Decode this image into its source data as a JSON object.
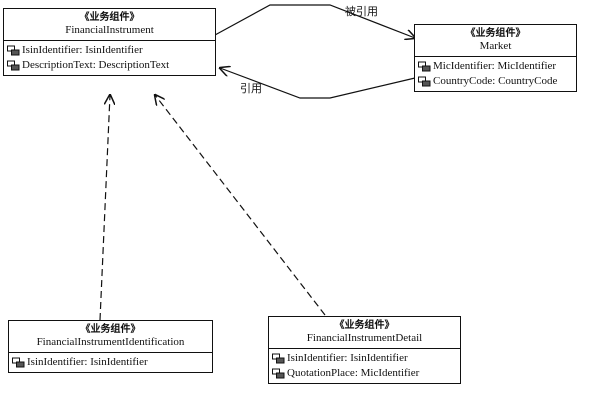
{
  "classes": {
    "financial_instrument": {
      "stereotype": "《业务组件》",
      "name": "FinancialInstrument",
      "attributes": [
        {
          "text": "IsinIdentifier: IsinIdentifier",
          "icon": "attribute-icon"
        },
        {
          "text": "DescriptionText: DescriptionText",
          "icon": "attribute-icon"
        }
      ]
    },
    "market": {
      "stereotype": "《业务组件》",
      "name": "Market",
      "attributes": [
        {
          "text": "MicIdentifier: MicIdentifier",
          "icon": "attribute-icon"
        },
        {
          "text": "CountryCode: CountryCode",
          "icon": "attribute-icon"
        }
      ]
    },
    "fi_identification": {
      "stereotype": "《业务组件》",
      "name": "FinancialInstrumentIdentification",
      "attributes": [
        {
          "text": "IsinIdentifier: IsinIdentifier",
          "icon": "attribute-icon"
        }
      ]
    },
    "fi_detail": {
      "stereotype": "《业务组件》",
      "name": "FinancialInstrumentDetail",
      "attributes": [
        {
          "text": "IsinIdentifier: IsinIdentifier",
          "icon": "attribute-icon"
        },
        {
          "text": "QuotationPlace: MicIdentifier",
          "icon": "attribute-icon"
        }
      ]
    }
  },
  "edges": {
    "referenced_label": "被引用",
    "references_label": "引用"
  },
  "colors": {
    "line": "#111111",
    "background": "#ffffff"
  }
}
